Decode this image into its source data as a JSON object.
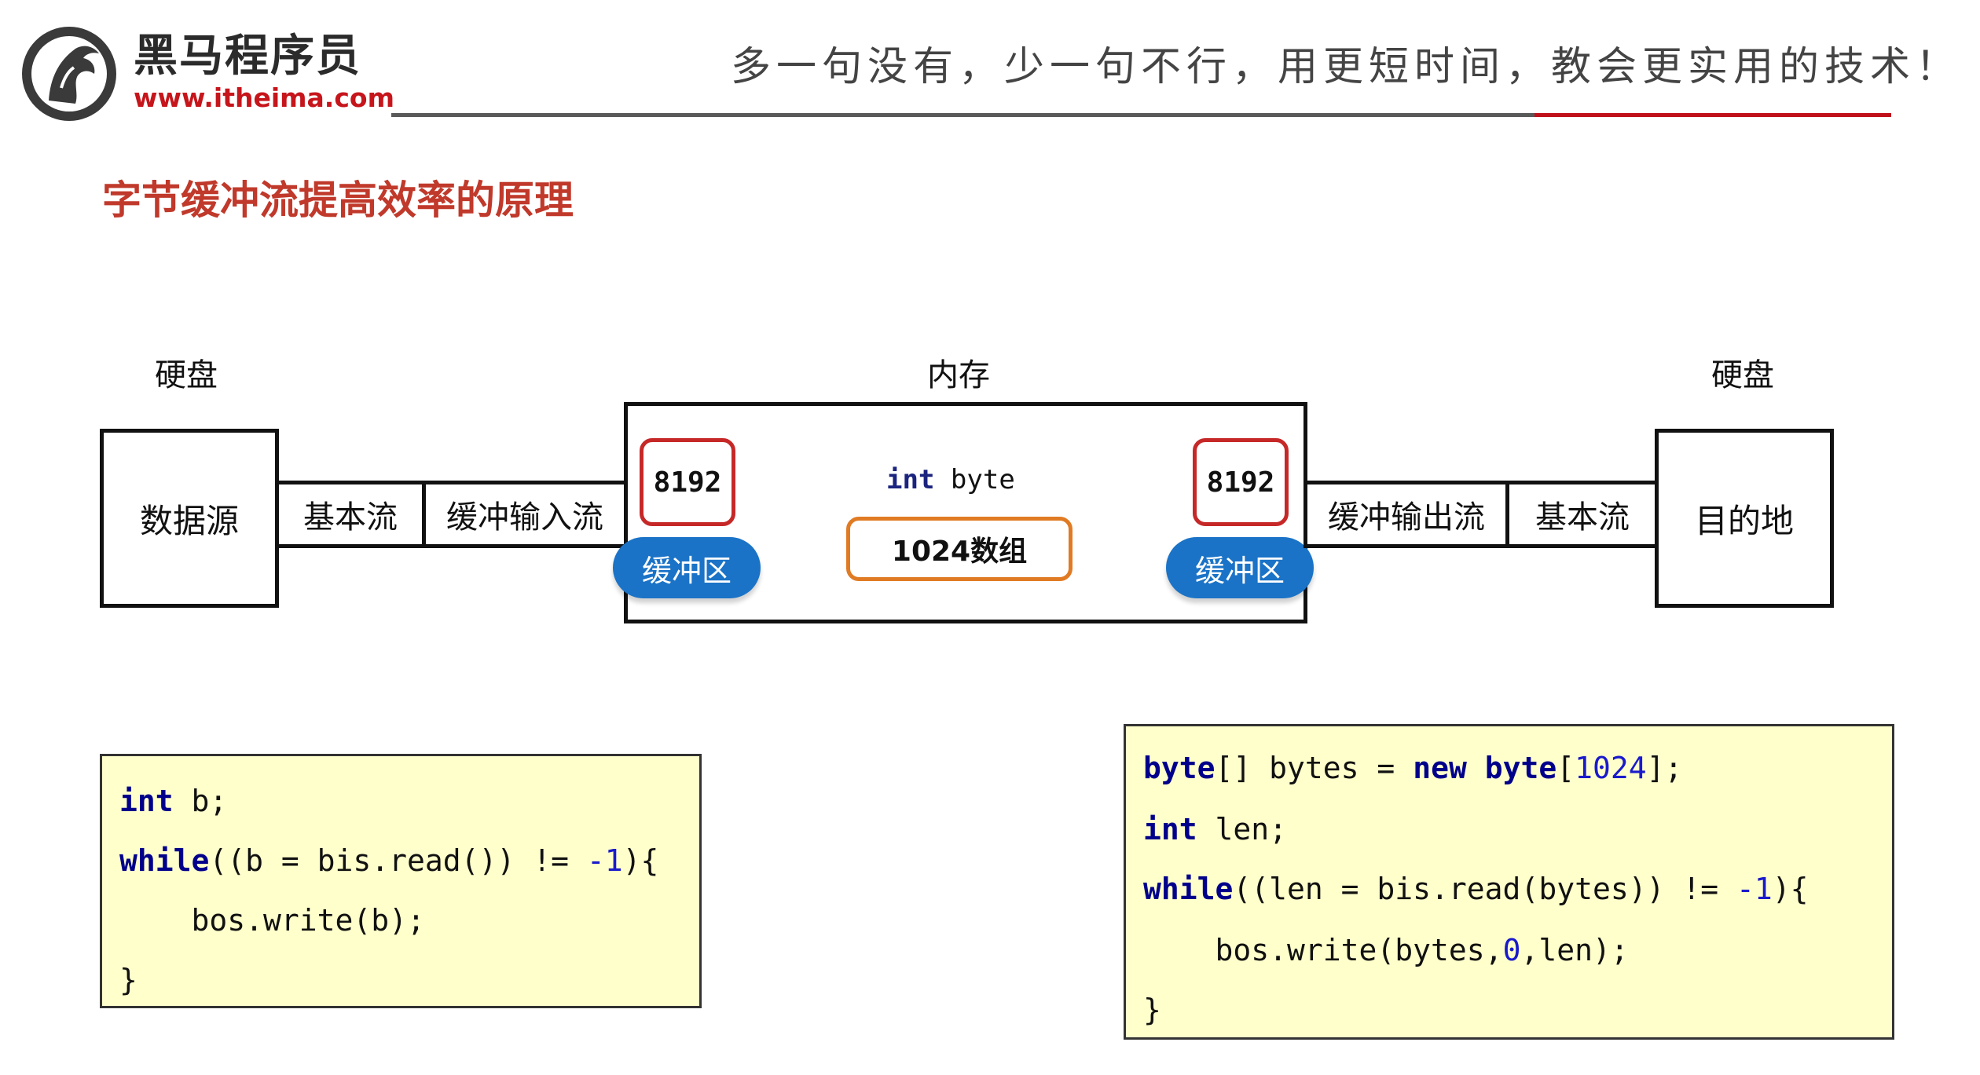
{
  "header": {
    "brand_name": "黑马程序员",
    "brand_url": "www.itheima.com",
    "slogan": "多一句没有，少一句不行，用更短时间，教会更实用的技术！",
    "logo_icon": "horse-head-logo-icon",
    "accent_red": "#c0101a",
    "rule_gray": "#595959"
  },
  "page_title": "字节缓冲流提高效率的原理",
  "diagram": {
    "left_disk_label": "硬盘",
    "memory_label": "内存",
    "right_disk_label": "硬盘",
    "source_box": "数据源",
    "left_basic_stream": "基本流",
    "buffered_input_stream": "缓冲输入流",
    "left_buffer_size": "8192",
    "left_buffer_label": "缓冲区",
    "int_byte_keyword": "int",
    "int_byte_text": "byte",
    "array_box": "1024数组",
    "right_buffer_size": "8192",
    "right_buffer_label": "缓冲区",
    "buffered_output_stream": "缓冲输出流",
    "right_basic_stream": "基本流",
    "destination_box": "目的地",
    "buffer_pill_color": "#1a73c7",
    "buffer_size_border_color": "#c62828",
    "array_border_color": "#e07b24"
  },
  "code_left": {
    "line1_kw": "int",
    "line1_rest": " b;",
    "line2_kw": "while",
    "line2_rest": "((b = bis.read()) != ",
    "line2_num": "-1",
    "line2_end": "){",
    "line3": "    bos.write(b);",
    "line4": "}"
  },
  "code_right": {
    "line1_kw1": "byte",
    "line1_mid": "[] bytes = ",
    "line1_kw2": "new",
    "line1_sp": " ",
    "line1_kw3": "byte",
    "line1_br1": "[",
    "line1_num": "1024",
    "line1_br2": "];",
    "line2_kw": "int",
    "line2_rest": " len;",
    "line3_kw": "while",
    "line3_rest": "((len = bis.read(bytes)) != ",
    "line3_num": "-1",
    "line3_end": "){",
    "line4_pre": "    bos.write(bytes,",
    "line4_num": "0",
    "line4_post": ",len);",
    "line5": "}"
  }
}
